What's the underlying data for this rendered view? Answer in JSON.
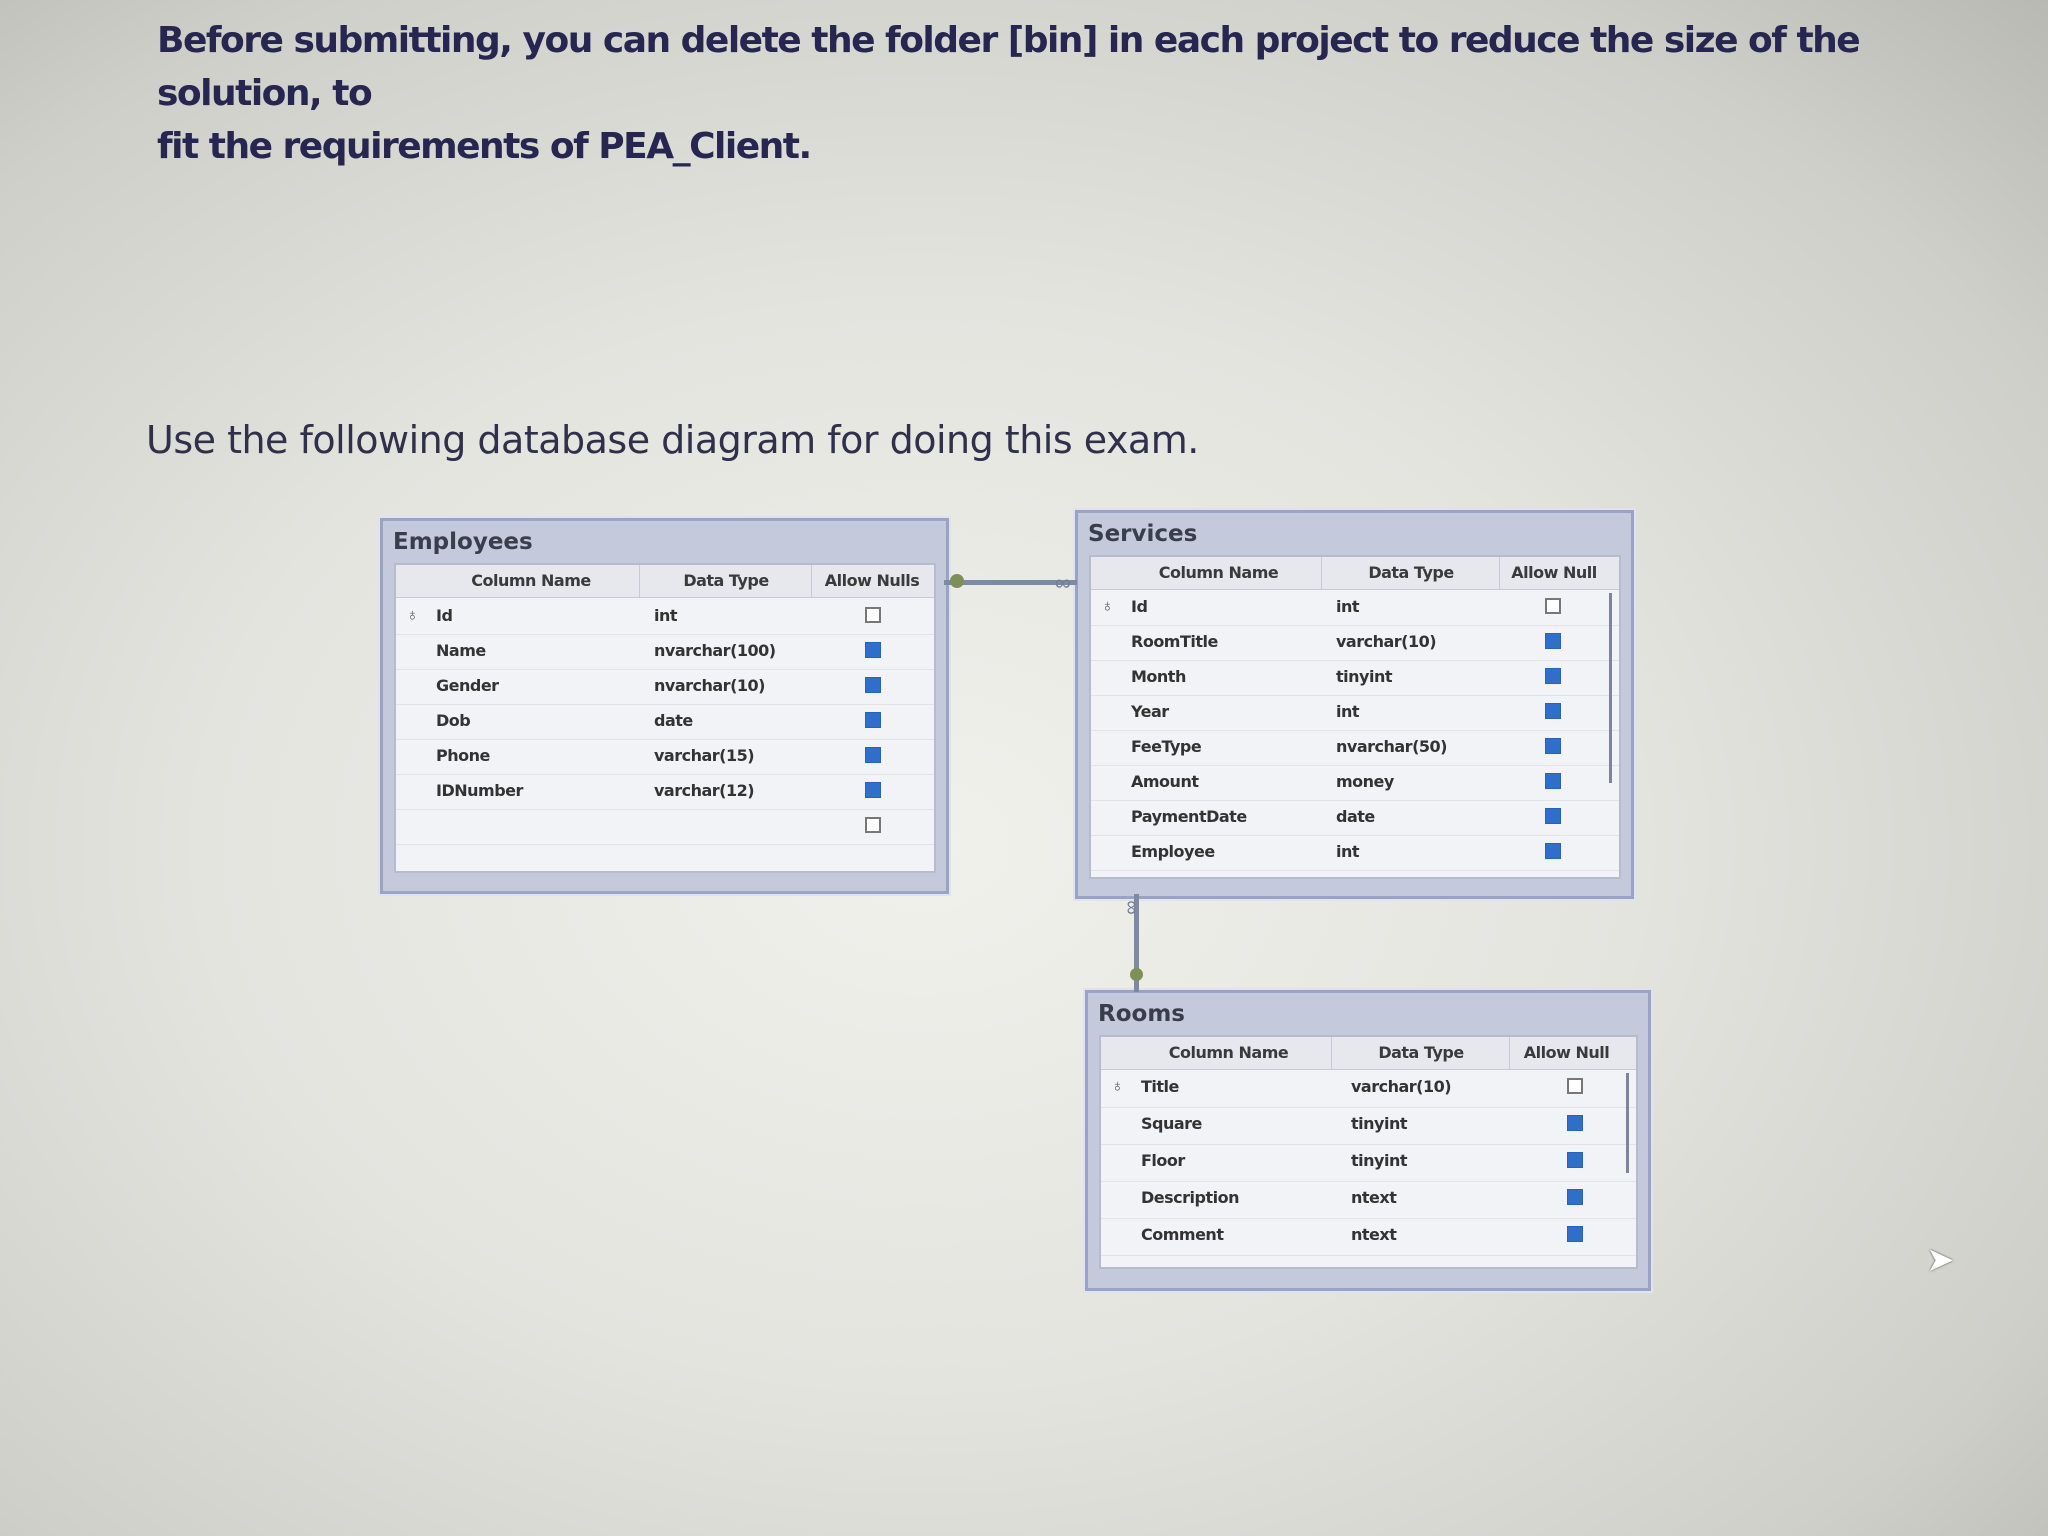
{
  "intro": {
    "line1": "Before submitting, you can delete the folder [bin] in each project to reduce the size of the solution, to",
    "line2": "fit the requirements of PEA_Client."
  },
  "lead": "Use the following database diagram for doing this exam.",
  "headers": {
    "employees": {
      "col": "Column Name",
      "type": "Data Type",
      "nulls": "Allow Nulls"
    },
    "services": {
      "col": "Column Name",
      "type": "Data Type",
      "nulls": "Allow Null"
    },
    "rooms": {
      "col": "Column Name",
      "type": "Data Type",
      "nulls": "Allow Null"
    }
  },
  "tables": {
    "employees": {
      "name": "Employees",
      "rows": [
        {
          "col": "Id",
          "type": "int",
          "nulls": false,
          "key": true
        },
        {
          "col": "Name",
          "type": "nvarchar(100)",
          "nulls": true
        },
        {
          "col": "Gender",
          "type": "nvarchar(10)",
          "nulls": true
        },
        {
          "col": "Dob",
          "type": "date",
          "nulls": true
        },
        {
          "col": "Phone",
          "type": "varchar(15)",
          "nulls": true
        },
        {
          "col": "IDNumber",
          "type": "varchar(12)",
          "nulls": true
        },
        {
          "col": "",
          "type": "",
          "nulls": false
        }
      ]
    },
    "services": {
      "name": "Services",
      "rows": [
        {
          "col": "Id",
          "type": "int",
          "nulls": false,
          "key": true
        },
        {
          "col": "RoomTitle",
          "type": "varchar(10)",
          "nulls": true
        },
        {
          "col": "Month",
          "type": "tinyint",
          "nulls": true
        },
        {
          "col": "Year",
          "type": "int",
          "nulls": true
        },
        {
          "col": "FeeType",
          "type": "nvarchar(50)",
          "nulls": true
        },
        {
          "col": "Amount",
          "type": "money",
          "nulls": true
        },
        {
          "col": "PaymentDate",
          "type": "date",
          "nulls": true
        },
        {
          "col": "Employee",
          "type": "int",
          "nulls": true
        }
      ]
    },
    "rooms": {
      "name": "Rooms",
      "rows": [
        {
          "col": "Title",
          "type": "varchar(10)",
          "nulls": false,
          "key": true
        },
        {
          "col": "Square",
          "type": "tinyint",
          "nulls": true
        },
        {
          "col": "Floor",
          "type": "tinyint",
          "nulls": true
        },
        {
          "col": "Description",
          "type": "ntext",
          "nulls": true
        },
        {
          "col": "Comment",
          "type": "ntext",
          "nulls": true
        }
      ]
    }
  },
  "icons": {
    "key": "key-icon",
    "cursor": "mouse-pointer-icon"
  }
}
